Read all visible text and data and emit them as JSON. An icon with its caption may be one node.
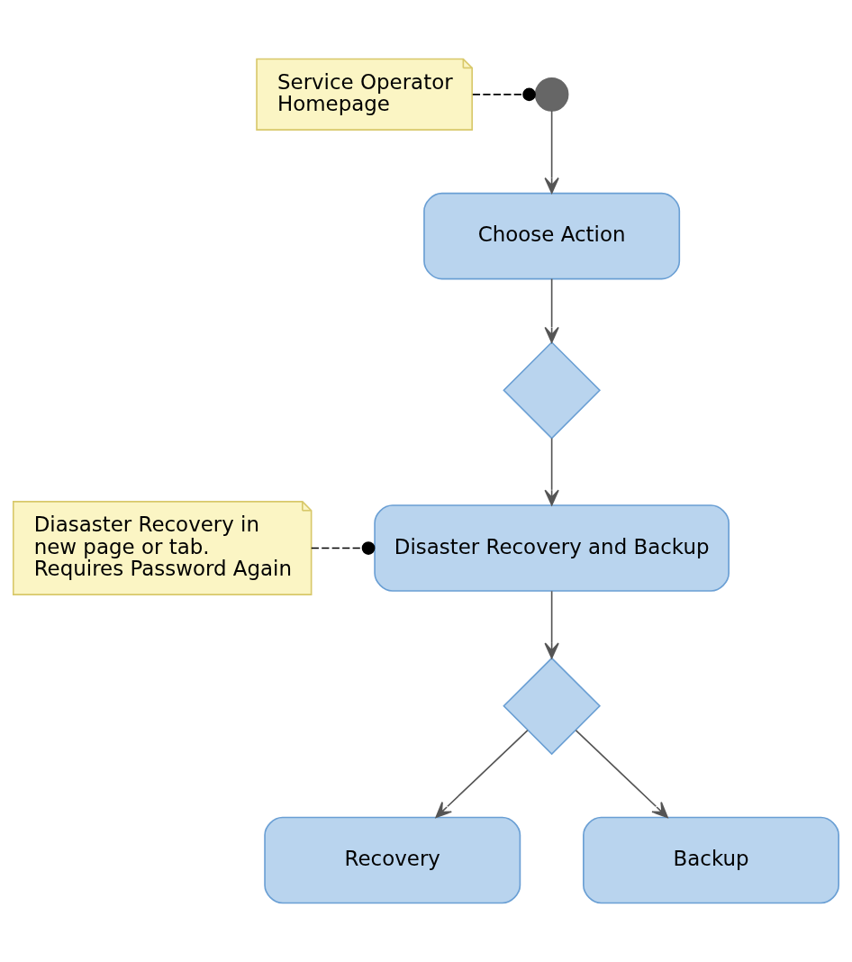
{
  "diagram": {
    "nodes": [
      {
        "text": [
          "Service Operator Homepage"
        ]
      },
      {
        "text": [],
        "shape": "circle"
      },
      {
        "text": [
          "Choose Action"
        ]
      },
      {
        "text": [],
        "shape": "diamond"
      },
      {
        "text": [
          "Disaster Recovery and Backup"
        ]
      },
      {
        "text": [
          "Diasaster Recovery in new page or tab. Requires Password Again"
        ]
      },
      {
        "text": [],
        "shape": "diamond"
      },
      {
        "text": [
          "Recovery"
        ]
      },
      {
        "text": [
          "Backup"
        ]
      }
    ],
    "edges": [
      {
        "from": 0,
        "to": 1,
        "arrow": "other",
        "style": "dashed"
      },
      {
        "from": 1,
        "to": 2,
        "arrow": "to"
      },
      {
        "from": 2,
        "to": 3,
        "arrow": "to"
      },
      {
        "from": 3,
        "to": 4,
        "arrow": "to"
      },
      {
        "from": 5,
        "to": 4,
        "arrow": "other",
        "style": "dashed"
      },
      {
        "from": 4,
        "to": 6,
        "arrow": "to"
      },
      {
        "from": 6,
        "to": 7,
        "arrow": "to"
      },
      {
        "from": 6,
        "to": 8,
        "arrow": "to"
      }
    ]
  }
}
